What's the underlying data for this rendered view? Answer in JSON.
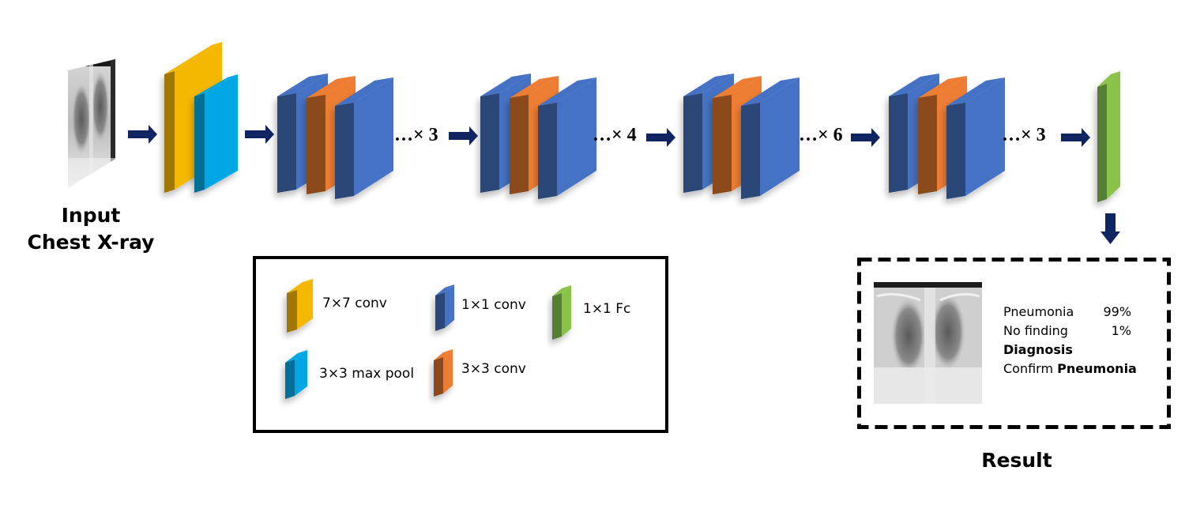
{
  "colors": {
    "arrow": "#0f2460",
    "conv7": {
      "front": "#f5b800",
      "side": "#a07800"
    },
    "maxpool": {
      "front": "#00a7e4",
      "side": "#006f98"
    },
    "conv1": {
      "front": "#4472c4",
      "side": "#2a4677"
    },
    "conv3": {
      "front": "#ed7d31",
      "side": "#8c4a1c"
    },
    "fc": {
      "front": "#8bc34a",
      "side": "#557f30"
    }
  },
  "input": {
    "label_line1": "Input",
    "label_line2": "Chest X-ray"
  },
  "stages": [
    {
      "repeat_label": "…× 3"
    },
    {
      "repeat_label": "…× 4"
    },
    {
      "repeat_label": "…× 6"
    },
    {
      "repeat_label": "…× 3"
    }
  ],
  "legend": {
    "items": [
      {
        "key": "conv7",
        "label": "7×7 conv"
      },
      {
        "key": "conv1",
        "label": "1×1 conv"
      },
      {
        "key": "fc",
        "label": "1×1 Fc"
      },
      {
        "key": "maxpool",
        "label": "3×3 max pool"
      },
      {
        "key": "conv3",
        "label": "3×3 conv"
      }
    ]
  },
  "result": {
    "title": "Result",
    "predictions": [
      {
        "label": "Pneumonia",
        "value": "99%"
      },
      {
        "label": "No finding",
        "value": "1%"
      }
    ],
    "diagnosis_heading": "Diagnosis",
    "diagnosis_prefix": "Confirm",
    "diagnosis_value": "Pneumonia"
  }
}
